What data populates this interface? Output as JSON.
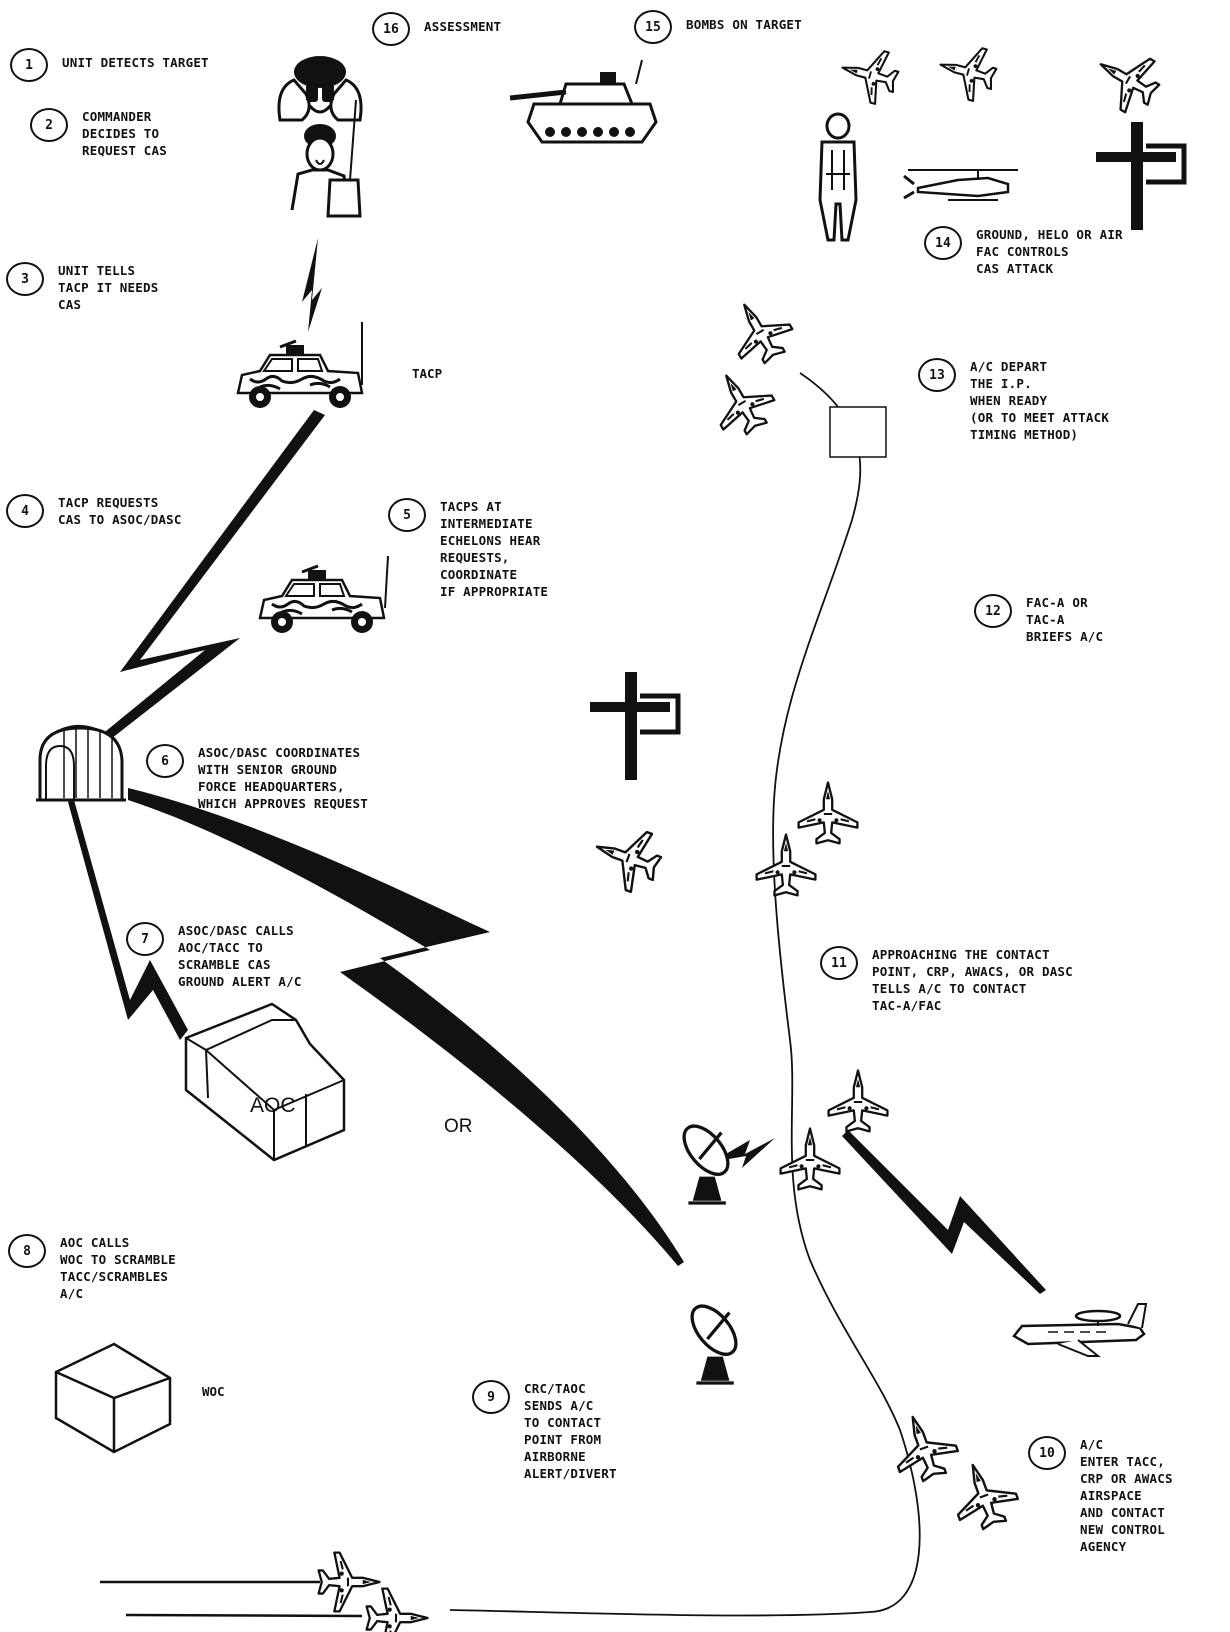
{
  "steps": [
    {
      "num": "1",
      "text": "UNIT DETECTS TARGET"
    },
    {
      "num": "2",
      "text": "COMMANDER\nDECIDES TO\nREQUEST CAS"
    },
    {
      "num": "3",
      "text": "UNIT TELLS\nTACP IT NEEDS\nCAS"
    },
    {
      "num": "4",
      "text": "TACP REQUESTS\nCAS TO ASOC/DASC"
    },
    {
      "num": "5",
      "text": "TACPs AT\nINTERMEDIATE\nECHELONS HEAR\nREQUESTS,\nCOORDINATE\nIF APPROPRIATE"
    },
    {
      "num": "6",
      "text": "ASOC/DASC COORDINATES\nWITH SENIOR GROUND\nFORCE HEADQUARTERS,\nWHICH APPROVES REQUEST"
    },
    {
      "num": "7",
      "text": "ASOC/DASC CALLS\nAOC/TACC TO\nSCRAMBLE CAS\nGROUND ALERT A/C"
    },
    {
      "num": "8",
      "text": "AOC CALLS\nWOC TO SCRAMBLE\nTACC/SCRAMBLES\nA/C"
    },
    {
      "num": "9",
      "text": "CRC/TAOC\nSENDS A/C\nTO CONTACT\nPOINT FROM\nAIRBORNE\nALERT/DIVERT"
    },
    {
      "num": "10",
      "text": "A/C\nENTER TACC,\nCRP OR AWACS\nAIRSPACE\nAND CONTACT\nNEW CONTROL\nAGENCY"
    },
    {
      "num": "11",
      "text": "APPROACHING THE CONTACT\nPOINT, CRP, AWACS, OR DASC\nTELLS A/C TO CONTACT\nTAC-A/FAC"
    },
    {
      "num": "12",
      "text": "FAC-A OR\nTAC-A\nBRIEFS A/C"
    },
    {
      "num": "13",
      "text": "A/C DEPART\nTHE I.P.\nWHEN READY\n(OR TO MEET ATTACK\nTIMING METHOD)"
    },
    {
      "num": "14",
      "text": "GROUND, HELO OR AIR\nFAC CONTROLS\nCAS ATTACK"
    },
    {
      "num": "15",
      "text": "BOMBS ON TARGET"
    },
    {
      "num": "16",
      "text": "ASSESSMENT"
    }
  ],
  "labels": {
    "tacp": "TACP",
    "aoc": "AOC",
    "or": "OR",
    "woc": "WOC"
  }
}
